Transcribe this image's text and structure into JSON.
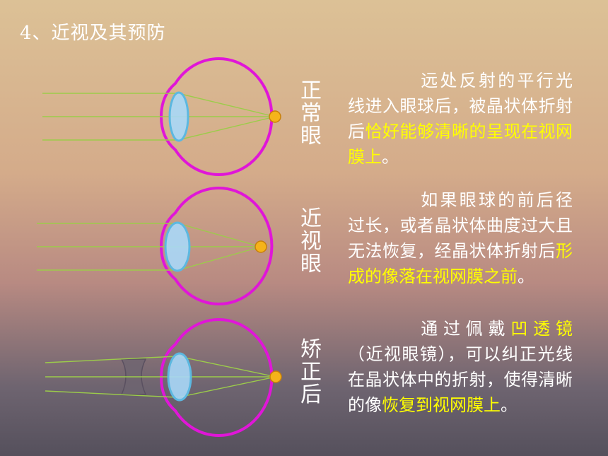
{
  "title": "4、近视及其预防",
  "sections": [
    {
      "id": "normal",
      "label": [
        "正",
        "常",
        "眼"
      ],
      "text": [
        {
          "t": "远处反射的平行光线进入眼球后，被晶状体折射后",
          "hl": false
        },
        {
          "t": "恰好能够清晰的呈现在视网膜上",
          "hl": true
        },
        {
          "t": "。",
          "hl": false
        }
      ]
    },
    {
      "id": "myopia",
      "label": [
        "近",
        "视",
        "眼"
      ],
      "text": [
        {
          "t": "如果眼球的前后径过长，或者晶状体曲度过大且无法恢复，经晶状体折射后",
          "hl": false
        },
        {
          "t": "形成的像落在视网膜之前",
          "hl": true
        },
        {
          "t": "。",
          "hl": false
        }
      ]
    },
    {
      "id": "corrected",
      "label": [
        "矫",
        "正",
        "后"
      ],
      "text": [
        {
          "t": "通过佩戴",
          "hl": false
        },
        {
          "t": "凹透镜",
          "hl": true
        },
        {
          "t": "（近视眼镜），可以纠正光线在晶状体中的折射，使得清晰的像",
          "hl": false
        },
        {
          "t": "恢复到视网膜上",
          "hl": true
        },
        {
          "t": "。",
          "hl": false
        }
      ]
    }
  ],
  "colors": {
    "eyeball": "#e016d8",
    "ray": "#9ccc4a",
    "lens_fill": "#a8d8f8",
    "lens_stroke": "#5cb8e0",
    "focus_point": "#f5b31a",
    "concave_lens": "#6e6470",
    "text": "#ffffff",
    "highlight": "#ffff00"
  }
}
